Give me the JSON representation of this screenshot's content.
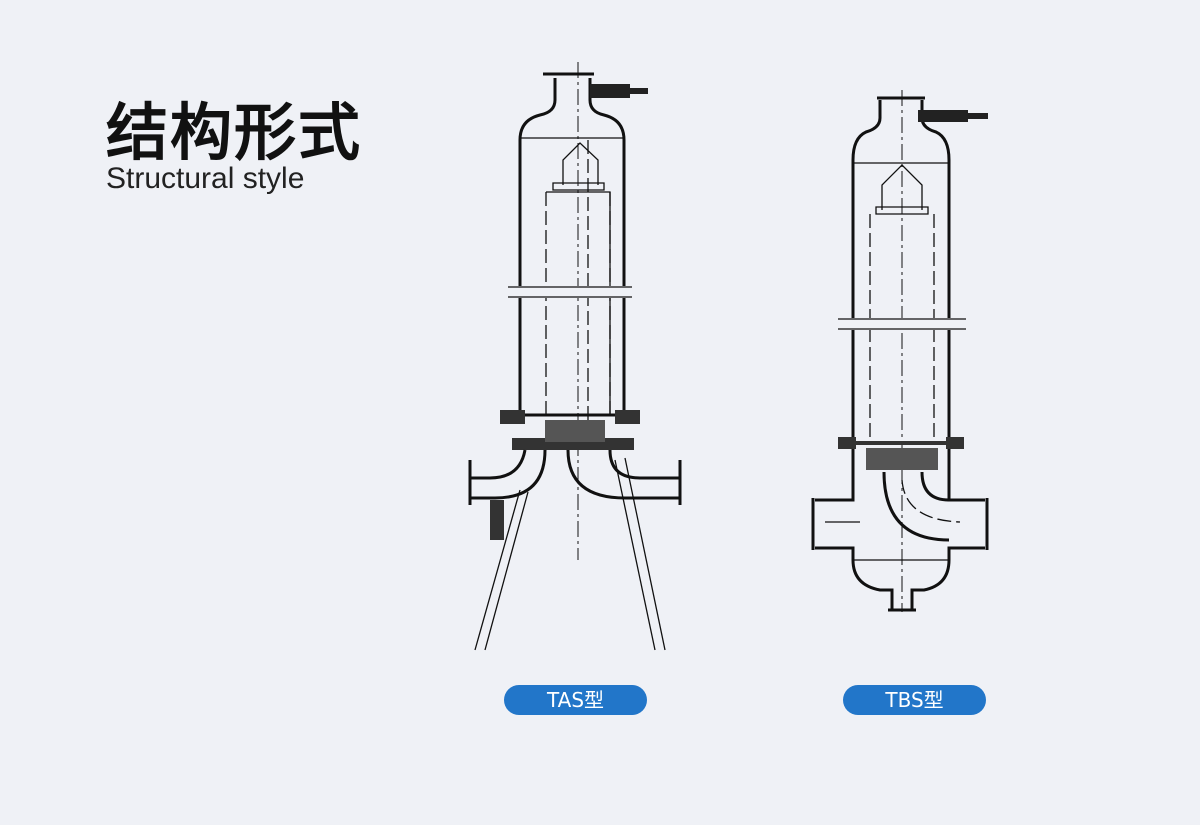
{
  "header": {
    "title_cn": "结构形式",
    "title_en": "Structural style"
  },
  "models": [
    {
      "label": "TAS型"
    },
    {
      "label": "TBS型"
    }
  ],
  "colors": {
    "background": "#eff1f6",
    "badge": "#2276c9"
  }
}
